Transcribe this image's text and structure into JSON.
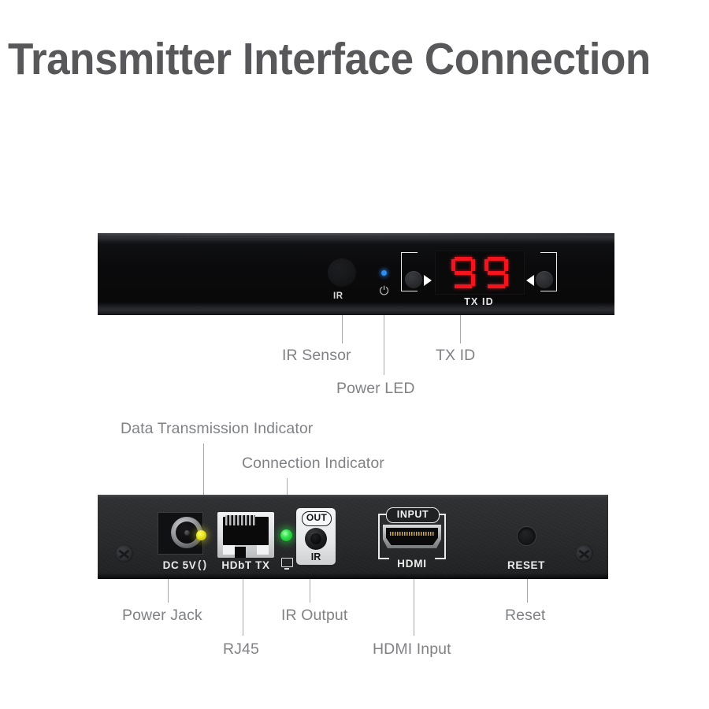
{
  "page": {
    "title": "Transmitter Interface Connection",
    "title_color": "#58585a",
    "background": "#ffffff"
  },
  "front_panel": {
    "name": "Transmitter front panel",
    "ir_sensor_label": "IR",
    "power_symbol": "⏻",
    "tx_id": {
      "display_value": "99",
      "digits": [
        "9",
        "9"
      ],
      "caption": "TX ID",
      "display_color": "#f3141e",
      "next_button_glyph": "▶",
      "prev_button_glyph": "◀"
    }
  },
  "rear_panel": {
    "name": "Transmitter rear panel",
    "dc_label": "DC 5V",
    "data_led_symbol": "( )",
    "data_led_color": "#e8e21a",
    "rj45_label": "HDbT TX",
    "connection_led_color": "#2fe24a",
    "ir_out": {
      "badge": "OUT",
      "label": "IR"
    },
    "hdmi": {
      "badge": "INPUT",
      "label": "HDMI"
    },
    "reset_label": "RESET"
  },
  "callouts": {
    "front": [
      {
        "key": "ir_sensor",
        "label": "IR Sensor"
      },
      {
        "key": "power_led",
        "label": "Power LED"
      },
      {
        "key": "tx_id",
        "label": "TX ID"
      }
    ],
    "rear_top": [
      {
        "key": "data_transmission",
        "label": "Data Transmission Indicator"
      },
      {
        "key": "connection",
        "label": "Connection Indicator"
      }
    ],
    "rear_bottom": [
      {
        "key": "power_jack",
        "label": "Power Jack"
      },
      {
        "key": "rj45",
        "label": "RJ45"
      },
      {
        "key": "ir_output",
        "label": "IR Output"
      },
      {
        "key": "hdmi_input",
        "label": "HDMI Input"
      },
      {
        "key": "reset",
        "label": "Reset"
      }
    ]
  }
}
